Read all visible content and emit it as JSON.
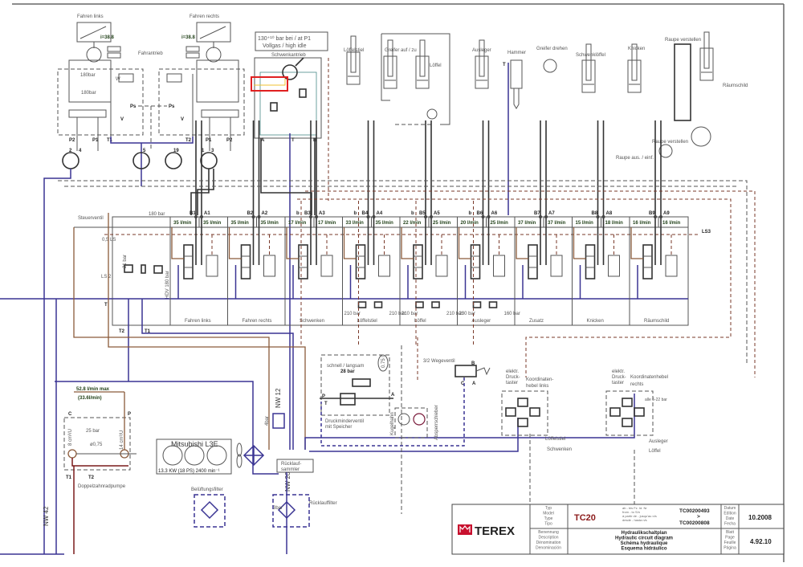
{
  "drive": {
    "left_label": "Fahren links",
    "right_label": "Fahren rechts",
    "ratio": "i=38.8",
    "title": "Fahrantrieb",
    "relief": "180bar",
    "ps": "Ps",
    "v": "V",
    "p1": "P1",
    "p2": "P2",
    "t1": "T1",
    "t2": "T2",
    "pump_numbers": [
      "2",
      "4",
      "5",
      "19",
      "1",
      "3"
    ]
  },
  "swing": {
    "note_line1": "130⁺¹⁰ bar bei / at P1",
    "note_line2": "Vollgas / high idle",
    "title": "Schwenkantrieb",
    "port_a": "A",
    "port_t": "T",
    "port_b": "B",
    "highlight_color": "#e02020"
  },
  "cylinders": [
    {
      "label": "Löffelstiel"
    },
    {
      "label": "Greifer auf / zu"
    },
    {
      "label": "Löffel"
    },
    {
      "label": "Ausleger"
    },
    {
      "label": "Hammer"
    },
    {
      "label": "Greifer drehen"
    },
    {
      "label": "Schwenklöffel"
    },
    {
      "label": "Knicken"
    },
    {
      "label": "Raupe verstellen"
    },
    {
      "label": "Räumschild"
    },
    {
      "label": "Raupe verstellen"
    },
    {
      "label": "Raupe aus. / einf."
    }
  ],
  "hammer_port": "T",
  "valve_bank": {
    "title": "Steuerventil",
    "pressure": "180 bar",
    "ls_05": "0,5 LS",
    "ls2": "LS 2",
    "bar21": "21 bar",
    "hdv": "HDV 180 bar",
    "t": "T",
    "t2": "T2",
    "t1": "T1",
    "ls3": "LS3",
    "sections": [
      {
        "name": "Fahren links",
        "port_b": "B1",
        "port_a": "A1",
        "flow_b": "35 l/min",
        "flow_a": "35 l/min"
      },
      {
        "name": "Fahren rechts",
        "port_b": "B2",
        "port_a": "A2",
        "flow_b": "35 l/min",
        "flow_a": "35 l/min"
      },
      {
        "name": "Schwenken",
        "port_b": "B3",
        "port_a": "A3",
        "flow_b": "17 l/min",
        "flow_a": "17 l/min"
      },
      {
        "name": "Löffelstiel",
        "port_b": "B4",
        "port_a": "A4",
        "flow_b": "33 l/min",
        "flow_a": "35 l/min",
        "bar_b": "210 bar",
        "bar_a": "210 bar"
      },
      {
        "name": "Löffel",
        "port_b": "B5",
        "port_a": "A5",
        "flow_b": "22 l/min",
        "flow_a": "25 l/min",
        "bar_b": "210 bar",
        "bar_a": "210 bar"
      },
      {
        "name": "Ausleger",
        "port_b": "B6",
        "port_a": "A6",
        "flow_b": "20 l/min",
        "flow_a": "25 l/min",
        "bar_b": "230 bar",
        "bar_a": "160 bar"
      },
      {
        "name": "Zusatz",
        "port_b": "B7",
        "port_a": "A7",
        "flow_b": "37 l/min",
        "flow_a": "37 l/min"
      },
      {
        "name": "Knicken",
        "port_b": "B8",
        "port_a": "A8",
        "flow_b": "15 l/min",
        "flow_a": "18 l/min"
      },
      {
        "name": "Räumschild",
        "port_b": "B9",
        "port_a": "A9",
        "flow_b": "16 l/min",
        "flow_a": "16 l/min"
      }
    ],
    "pilot_mark": "b"
  },
  "pump": {
    "flow_max": "52.8 l/min  max",
    "flow_alt": "(33.6l/min)",
    "c": "C",
    "p": "P",
    "t1": "T1",
    "t2": "T2",
    "disp_small": "8 cm³/U",
    "disp_large": "14 cm³/U",
    "bar25": "25 bar",
    "orifice": "ø0,75",
    "pump_p1": "P1",
    "pump_p2": "P2",
    "title": "Doppelzahnradpumpe"
  },
  "engine": {
    "name": "Mitsubishi L3E",
    "spec": "13.3 KW (18 PS) 2400 min⁻¹"
  },
  "return": {
    "nw12": "NW 12",
    "nw20": "NW 20",
    "nw42": "NW 42",
    "check": "4bar",
    "collector_1": "Rücklauf-",
    "collector_2": "sammler",
    "breather": "Belüftungsfilter",
    "return_filter": "Rücklauffilter",
    "filter_bypass": "3bar"
  },
  "pilot": {
    "speed": "schnell / langsam",
    "bar28": "28 bar",
    "accumulator": "0.75 l",
    "p": "P",
    "t": "T",
    "a": "A",
    "reducer_1": "Druckminderventil",
    "reducer_2": "mit Speicher",
    "ball_valve": "Kugelhahn",
    "shutoff": "Absperrschieber",
    "way_valve": "3/2 Wegeventil",
    "wv_b": "B",
    "wv_c": "C",
    "wv_a": "A"
  },
  "joysticks": {
    "left": {
      "switch_1": "elektr.",
      "switch_2": "Druck-",
      "switch_3": "taster",
      "title_1": "Koordinaten-",
      "title_2": "hebel links",
      "func_1": "Löffelstiel",
      "func_2": "Schwenken"
    },
    "right": {
      "switch_1": "elektr.",
      "switch_2": "Druck-",
      "switch_3": "taster",
      "title_1": "Koordinatenhebel",
      "title_2": "rechts",
      "pressure": "alle 6-22 bar",
      "func_1": "Ausleger",
      "func_2": "Löffel"
    }
  },
  "title_block": {
    "brand": "TEREX",
    "model_labels": [
      "Typ",
      "Model",
      "Type",
      "Tipo"
    ],
    "model": "TC20",
    "range_labels": [
      "ab - bis Fz. Id. Nr",
      "from - to S/n",
      "à partir de - jusqu'au n/s",
      "desde - hasta n/s"
    ],
    "serial_from": "TC00200493",
    "serial_sep": ">",
    "serial_to": "TC00200808",
    "date_labels": [
      "Datum",
      "Edition",
      "Date",
      "Fecha"
    ],
    "date": "10.2008",
    "desc_labels": [
      "Benennung",
      "Description",
      "Dénomination",
      "Denominación"
    ],
    "descriptions": [
      "Hydraulikschaltplan",
      "Hydraulic circuit diagram",
      "Schéma hydraulique",
      "Esquema hidráulico"
    ],
    "page_labels": [
      "Blatt",
      "Page",
      "Feuille",
      "Página"
    ],
    "page": "4.92.10",
    "brand_color": "#c8102e",
    "model_color": "#8b1a1a"
  },
  "colors": {
    "line": "#555555",
    "tank": "#3a3493",
    "pressure": "#8a5a3a",
    "pilot": "#7a3a2a"
  }
}
